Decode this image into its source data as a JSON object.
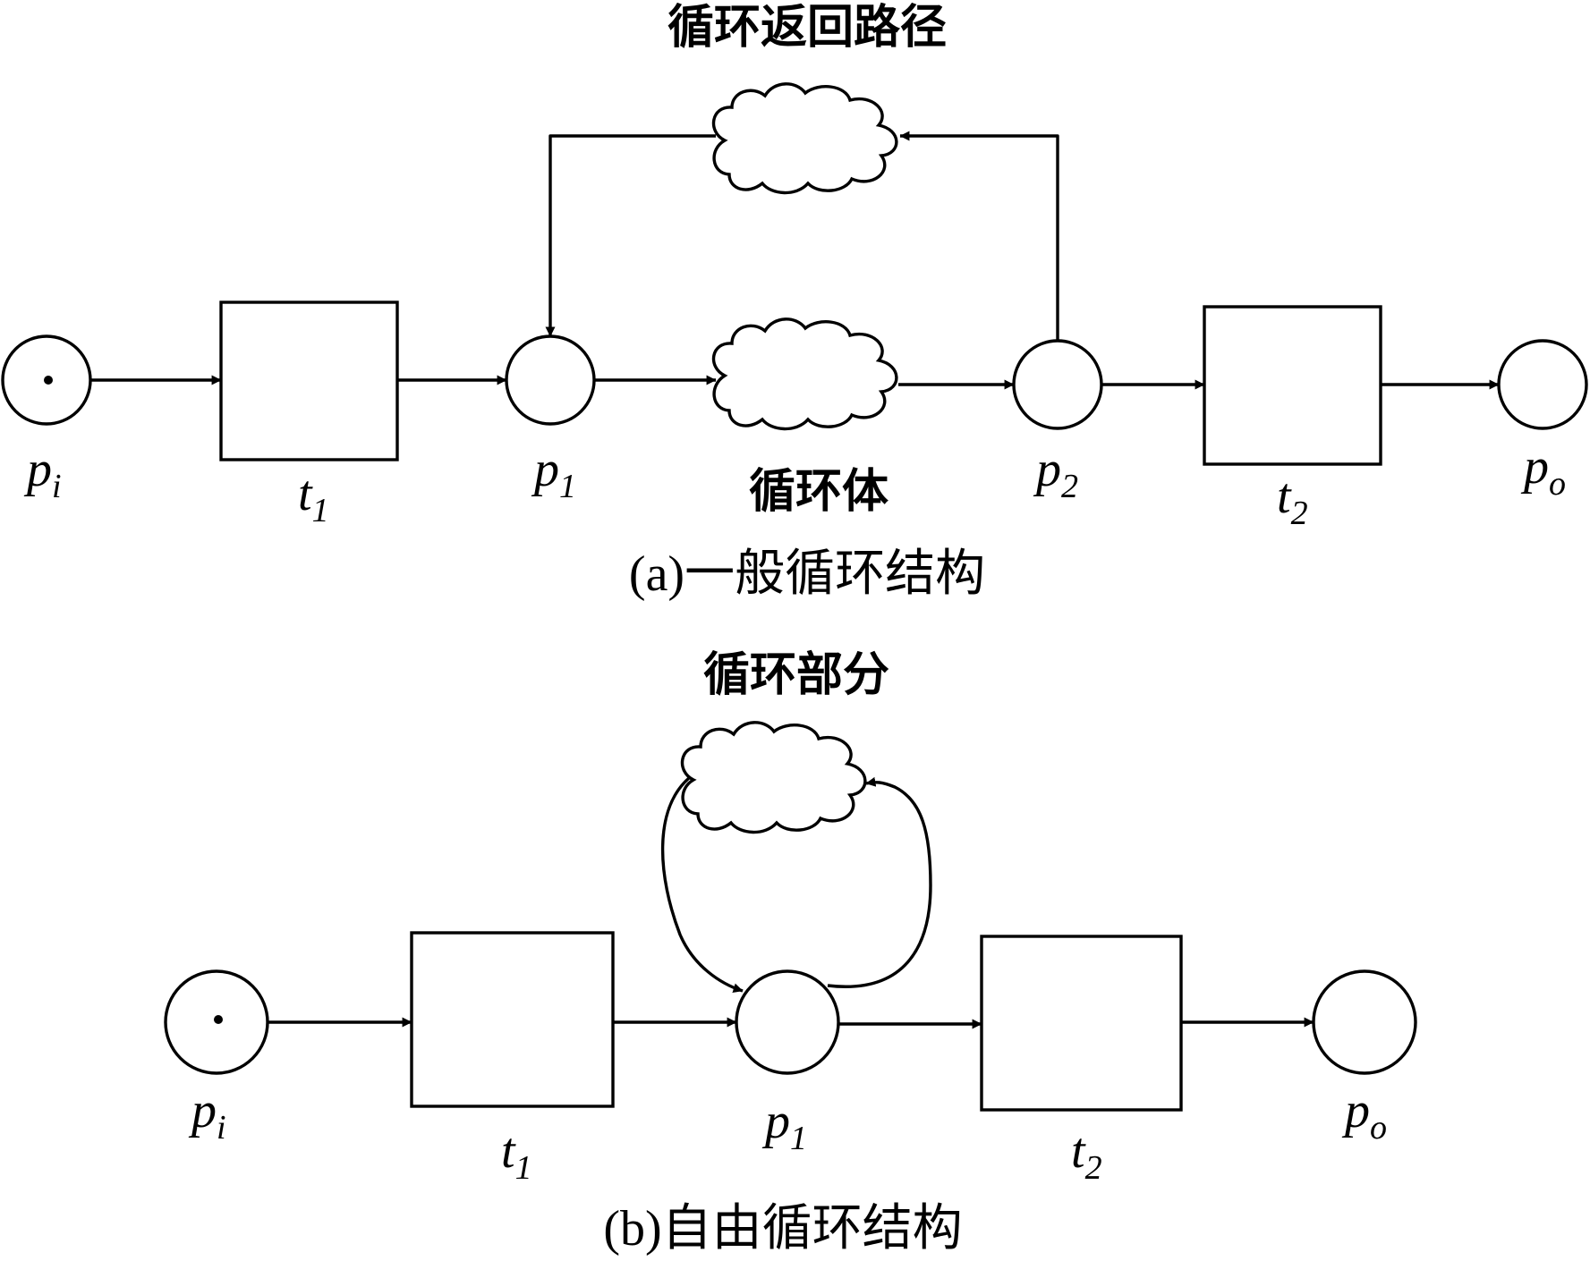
{
  "diagram_a": {
    "loop_return_path_label": "循环返回路径",
    "loop_body_label": "循环体",
    "caption": "(a)一般循环结构",
    "nodes": {
      "p_i": {
        "main": "p",
        "sub": "i"
      },
      "t_1": {
        "main": "t",
        "sub": "1"
      },
      "p_1": {
        "main": "p",
        "sub": "1"
      },
      "p_2": {
        "main": "p",
        "sub": "2"
      },
      "t_2": {
        "main": "t",
        "sub": "2"
      },
      "p_o": {
        "main": "p",
        "sub": "o"
      }
    }
  },
  "diagram_b": {
    "loop_part_label": "循环部分",
    "caption": "(b)自由循环结构",
    "nodes": {
      "p_i": {
        "main": "p",
        "sub": "i"
      },
      "t_1": {
        "main": "t",
        "sub": "1"
      },
      "p_1": {
        "main": "p",
        "sub": "1"
      },
      "t_2": {
        "main": "t",
        "sub": "2"
      },
      "p_o": {
        "main": "p",
        "sub": "o"
      }
    }
  },
  "colors": {
    "stroke": "#000000",
    "background": "#ffffff"
  }
}
